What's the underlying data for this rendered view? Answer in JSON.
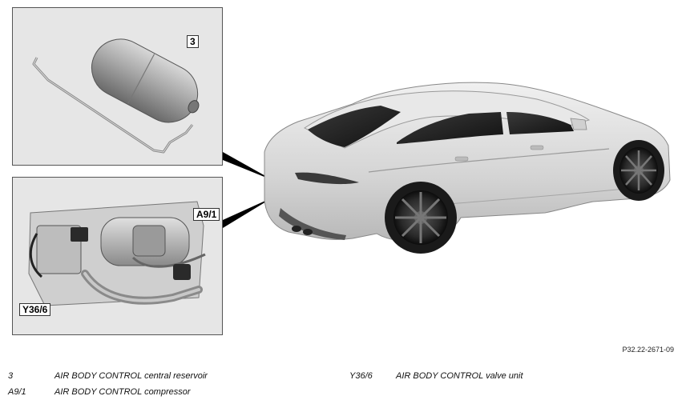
{
  "callouts": {
    "reservoir": "3",
    "compressor": "A9/1",
    "valve_unit": "Y36/6"
  },
  "figure_reference": "P32.22-2671-09",
  "legend": [
    {
      "code": "3",
      "description": "AIR BODY CONTROL central reservoir"
    },
    {
      "code": "A9/1",
      "description": "AIR BODY CONTROL compressor"
    },
    {
      "code": "Y36/6",
      "description": "AIR BODY CONTROL valve unit"
    }
  ]
}
